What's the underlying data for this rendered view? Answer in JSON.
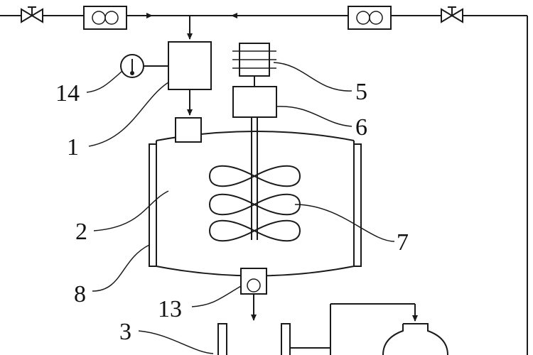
{
  "labels": {
    "l1": "1",
    "l2": "2",
    "l3": "3",
    "l5": "5",
    "l6": "6",
    "l7": "7",
    "l8": "8",
    "l13": "13",
    "l14": "14"
  },
  "colors": {
    "line": "#1a1a1a",
    "background": "#ffffff"
  }
}
